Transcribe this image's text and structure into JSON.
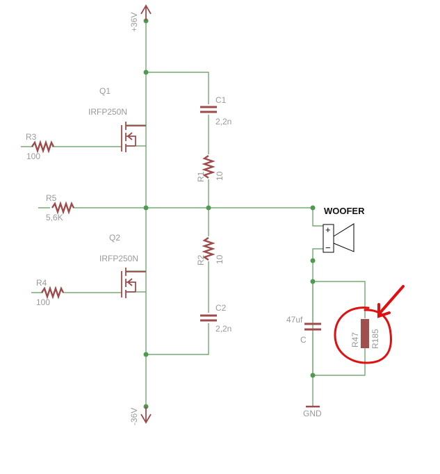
{
  "supply": {
    "positive": "+36V",
    "negative": "-36V",
    "ground": "GND"
  },
  "transistors": [
    {
      "ref": "Q1",
      "part": "IRFP250N"
    },
    {
      "ref": "Q2",
      "part": "IRFP250N"
    }
  ],
  "resistors": [
    {
      "ref": "R3",
      "value": "100"
    },
    {
      "ref": "R4",
      "value": "100"
    },
    {
      "ref": "R5",
      "value": "5,6K"
    },
    {
      "ref": "R1",
      "value": "10"
    },
    {
      "ref": "R2",
      "value": "10"
    },
    {
      "ref": "R47",
      "value": "R185"
    }
  ],
  "capacitors": [
    {
      "ref": "C1",
      "value": "2,2n"
    },
    {
      "ref": "C2",
      "value": "2,2n"
    },
    {
      "ref": "C",
      "value": "47uf"
    }
  ],
  "speaker": {
    "label": "WOOFER",
    "plus": "+",
    "minus": "−"
  },
  "colors": {
    "wire": "#5a9a5a",
    "part": "#9e4a4a",
    "annotation": "#e01010"
  }
}
